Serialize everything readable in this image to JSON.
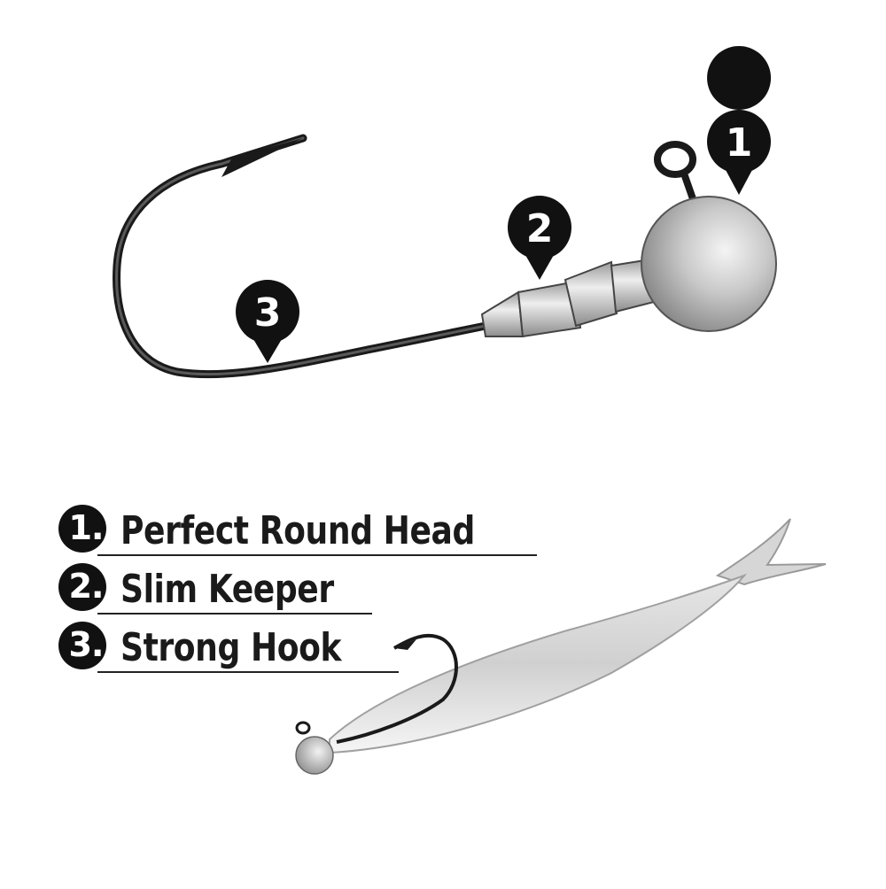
{
  "callouts": [
    {
      "number": "1"
    },
    {
      "number": "2"
    },
    {
      "number": "3"
    }
  ],
  "features": [
    {
      "number": "1.",
      "label": "Perfect Round Head"
    },
    {
      "number": "2.",
      "label": "Slim Keeper"
    },
    {
      "number": "3.",
      "label": "Strong Hook"
    }
  ],
  "colors": {
    "badge": "#111111",
    "hook": "#1a1a1a",
    "jighead": "#a8a8a8",
    "keeper": "#c4c4c4",
    "bait_body": "#bdbdbd"
  }
}
